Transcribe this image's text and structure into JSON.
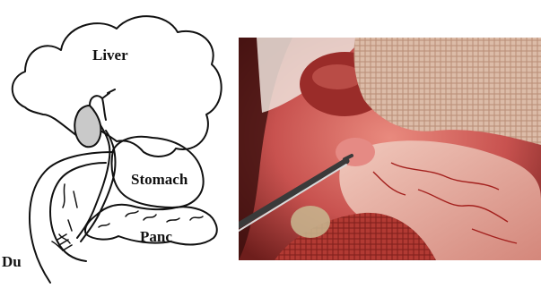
{
  "diagram": {
    "labels": {
      "liver": "Liver",
      "stomach": "Stomach",
      "pancreas": "Panc",
      "duodenum": "Du"
    }
  },
  "photo": {
    "tissue_color": "#c8524f",
    "gauze_color": "#d9b8a6",
    "instrument_color": "#3a3a3a"
  }
}
